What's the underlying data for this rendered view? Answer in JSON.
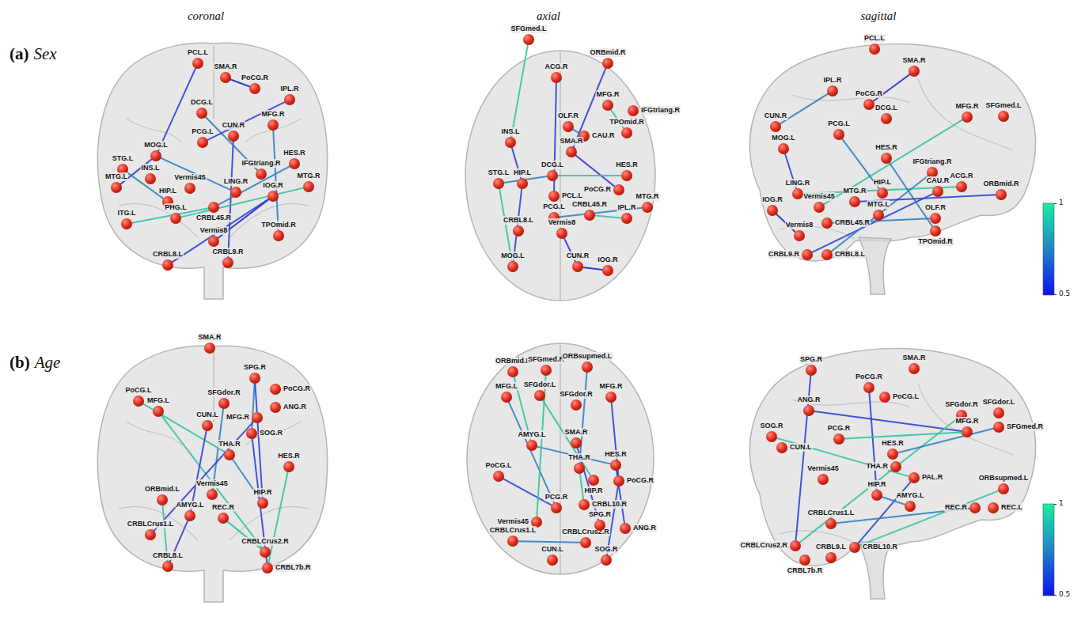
{
  "diagram": {
    "nodes": [
      {
        "text": [
          "PCL.L"
        ]
      },
      {
        "text": [
          "SMA.R"
        ]
      },
      {
        "text": [
          "PoCG.R"
        ]
      },
      {
        "text": [
          "IPL.R"
        ]
      },
      {
        "text": [
          "DCG.L"
        ]
      },
      {
        "text": [
          "CUN.R"
        ]
      },
      {
        "text": [
          "MFG.R"
        ]
      },
      {
        "text": [
          "PCG.L"
        ]
      },
      {
        "text": [
          "MOG.L"
        ]
      },
      {
        "text": [
          "STG.L"
        ]
      },
      {
        "text": [
          "HES.R"
        ]
      },
      {
        "text": [
          "INS.L"
        ]
      },
      {
        "text": [
          "IFGtriang.R"
        ]
      },
      {
        "text": [
          "MTG.L"
        ]
      },
      {
        "text": [
          "MTG.R"
        ]
      },
      {
        "text": [
          "LING.R"
        ]
      },
      {
        "text": [
          "HIP.L"
        ]
      },
      {
        "text": [
          "IOG.R"
        ]
      },
      {
        "text": [
          "Vermis45"
        ]
      },
      {
        "text": [
          "CRBL45.R"
        ]
      },
      {
        "text": [
          "PHG.L"
        ]
      },
      {
        "text": [
          "ITG.L"
        ]
      },
      {
        "text": [
          "TPOmid.R"
        ]
      },
      {
        "text": [
          "Vermis8"
        ]
      },
      {
        "text": [
          "CRBL8.L"
        ]
      },
      {
        "text": [
          "CRBL9.R"
        ]
      },
      {
        "text": [
          "SFGmed.L"
        ]
      },
      {
        "text": [
          "ORBmid.R"
        ]
      },
      {
        "text": [
          "ACG.R"
        ]
      },
      {
        "text": [
          "MFG.R"
        ]
      },
      {
        "text": [
          "IFGtriang.R"
        ]
      },
      {
        "text": [
          "OLF.R"
        ]
      },
      {
        "text": [
          "CAU.R"
        ]
      },
      {
        "text": [
          "TPOmid.R"
        ]
      },
      {
        "text": [
          "INS.L"
        ]
      },
      {
        "text": [
          "SMA.R"
        ]
      },
      {
        "text": [
          "DCG.L"
        ]
      },
      {
        "text": [
          "HES.R"
        ]
      },
      {
        "text": [
          "PoCG.R"
        ]
      },
      {
        "text": [
          "HIP.L"
        ]
      },
      {
        "text": [
          "STG.L"
        ]
      },
      {
        "text": [
          "PCL.L"
        ]
      },
      {
        "text": [
          "MTG.R"
        ]
      },
      {
        "text": [
          "PCG.L"
        ]
      },
      {
        "text": [
          "CRBL45.R"
        ]
      },
      {
        "text": [
          "IPL.R"
        ]
      },
      {
        "text": [
          "CRBL8.L"
        ]
      },
      {
        "text": [
          "Vermis8"
        ]
      },
      {
        "text": [
          "MOG.L"
        ]
      },
      {
        "text": [
          "CUN.R"
        ]
      },
      {
        "text": [
          "IOG.R"
        ]
      },
      {
        "text": [
          "PCL.L"
        ]
      },
      {
        "text": [
          "SMA.R"
        ]
      },
      {
        "text": [
          "IPL.R"
        ]
      },
      {
        "text": [
          "PoCG.R"
        ]
      },
      {
        "text": [
          "DCG.L"
        ]
      },
      {
        "text": [
          "MFG.R"
        ]
      },
      {
        "text": [
          "SFGmed.L"
        ]
      },
      {
        "text": [
          "CUN.R"
        ]
      },
      {
        "text": [
          "PCG.L"
        ]
      },
      {
        "text": [
          "MOG.L"
        ]
      },
      {
        "text": [
          "HES.R"
        ]
      },
      {
        "text": [
          "IFGtriang.R"
        ]
      },
      {
        "text": [
          "ACG.R"
        ]
      },
      {
        "text": [
          "CAU.R"
        ]
      },
      {
        "text": [
          "LING.R"
        ]
      },
      {
        "text": [
          "MTG.R"
        ]
      },
      {
        "text": [
          "HIP.L"
        ]
      },
      {
        "text": [
          "IOG.R"
        ]
      },
      {
        "text": [
          "Vermis45"
        ]
      },
      {
        "text": [
          "MTG.L"
        ]
      },
      {
        "text": [
          "CRBL45.R"
        ]
      },
      {
        "text": [
          "OLF.R"
        ]
      },
      {
        "text": [
          "ORBmid.R"
        ]
      },
      {
        "text": [
          "TPOmid.R"
        ]
      },
      {
        "text": [
          "Vermis8"
        ]
      },
      {
        "text": [
          "CRBL9.R"
        ]
      },
      {
        "text": [
          "CRBL8.L"
        ]
      },
      {
        "text": [
          "SMA.R"
        ]
      },
      {
        "text": [
          "SPG.R"
        ]
      },
      {
        "text": [
          "PoCG.L"
        ]
      },
      {
        "text": [
          "PoCG.R"
        ]
      },
      {
        "text": [
          "MFG.L"
        ]
      },
      {
        "text": [
          "SFGdor.R"
        ]
      },
      {
        "text": [
          "ANG.R"
        ]
      },
      {
        "text": [
          "CUN.L"
        ]
      },
      {
        "text": [
          "MFG.R"
        ]
      },
      {
        "text": [
          "SOG.R"
        ]
      },
      {
        "text": [
          "HES.R"
        ]
      },
      {
        "text": [
          "THA.R"
        ]
      },
      {
        "text": [
          "Vermis45"
        ]
      },
      {
        "text": [
          "ORBmid.L"
        ]
      },
      {
        "text": [
          "HIP.R"
        ]
      },
      {
        "text": [
          "AMYG.L"
        ]
      },
      {
        "text": [
          "REC.R"
        ]
      },
      {
        "text": [
          "CRBLCrus1.L"
        ]
      },
      {
        "text": [
          "CRBLCrus2.R"
        ]
      },
      {
        "text": [
          "CRBL8.L"
        ]
      },
      {
        "text": [
          "CRBL7b.R"
        ]
      },
      {
        "text": [
          "ORBmid.L"
        ]
      },
      {
        "text": [
          "SFGmed.R"
        ]
      },
      {
        "text": [
          "ORBsupmed.L"
        ]
      },
      {
        "text": [
          "MFG.L"
        ]
      },
      {
        "text": [
          "SFGdor.L"
        ]
      },
      {
        "text": [
          "SFGdor.R"
        ]
      },
      {
        "text": [
          "MFG.R"
        ]
      },
      {
        "text": [
          "AMYG.L"
        ]
      },
      {
        "text": [
          "SMA.R"
        ]
      },
      {
        "text": [
          "HES.R"
        ]
      },
      {
        "text": [
          "THA.R"
        ]
      },
      {
        "text": [
          "PoCG.L"
        ]
      },
      {
        "text": [
          "HIP.R"
        ]
      },
      {
        "text": [
          "PoCG.R"
        ]
      },
      {
        "text": [
          "CRBL10.R"
        ]
      },
      {
        "text": [
          "PCG.R"
        ]
      },
      {
        "text": [
          "Vermis45"
        ]
      },
      {
        "text": [
          "CRBLCrus1.L"
        ]
      },
      {
        "text": [
          "CRBLCrus2.R"
        ]
      },
      {
        "text": [
          "SPG.R"
        ]
      },
      {
        "text": [
          "ANG.R"
        ]
      },
      {
        "text": [
          "CUN.L"
        ]
      },
      {
        "text": [
          "SOG.R"
        ]
      },
      {
        "text": [
          "SPG.R"
        ]
      },
      {
        "text": [
          "SMA.R"
        ]
      },
      {
        "text": [
          "PoCG.R"
        ]
      },
      {
        "text": [
          "PoCG.L"
        ]
      },
      {
        "text": [
          "ANG.R"
        ]
      },
      {
        "text": [
          "SFGdor.R"
        ]
      },
      {
        "text": [
          "SFGdor.L"
        ]
      },
      {
        "text": [
          "MFG.R"
        ]
      },
      {
        "text": [
          "SFGmed.R"
        ]
      },
      {
        "text": [
          "SOG.R"
        ]
      },
      {
        "text": [
          "CUN.L"
        ]
      },
      {
        "text": [
          "PCG.R"
        ]
      },
      {
        "text": [
          "HES.R"
        ]
      },
      {
        "text": [
          "THA.R"
        ]
      },
      {
        "text": [
          "PAL.R"
        ]
      },
      {
        "text": [
          "Vermis45"
        ]
      },
      {
        "text": [
          "HIP.R"
        ]
      },
      {
        "text": [
          "AMYG.L"
        ]
      },
      {
        "text": [
          "REC.R"
        ]
      },
      {
        "text": [
          "REC.L"
        ]
      },
      {
        "text": [
          "ORBsupmed.L"
        ]
      },
      {
        "text": [
          "CRBLCrus1.L"
        ]
      },
      {
        "text": [
          "CRBLCrus2.R"
        ]
      },
      {
        "text": [
          "CRBL10.R"
        ]
      },
      {
        "text": [
          "CRBL9.L"
        ]
      },
      {
        "text": [
          "CRBL7b.R"
        ]
      }
    ],
    "edges": [
      {
        "from": 0,
        "to": 8,
        "arrow": "none"
      },
      {
        "from": 1,
        "to": 2,
        "arrow": "none"
      },
      {
        "from": 8,
        "to": 13,
        "arrow": "none"
      },
      {
        "from": 8,
        "to": 15,
        "arrow": "none"
      },
      {
        "from": 21,
        "to": 19,
        "arrow": "none"
      },
      {
        "from": 23,
        "to": 17,
        "arrow": "none"
      },
      {
        "from": 24,
        "to": 17,
        "arrow": "none"
      },
      {
        "from": 25,
        "to": 5,
        "arrow": "none"
      },
      {
        "from": 10,
        "to": 19,
        "arrow": "none"
      },
      {
        "from": 20,
        "to": 14,
        "arrow": "none"
      },
      {
        "from": 4,
        "to": 12,
        "arrow": "none"
      },
      {
        "from": 9,
        "to": 16,
        "arrow": "none"
      },
      {
        "from": 6,
        "to": 22,
        "arrow": "none"
      },
      {
        "from": 3,
        "to": 7,
        "arrow": "none"
      },
      {
        "from": 26,
        "to": 34,
        "arrow": "none"
      },
      {
        "from": 27,
        "to": 35,
        "arrow": "none"
      },
      {
        "from": 28,
        "to": 41,
        "arrow": "none"
      },
      {
        "from": 29,
        "to": 33,
        "arrow": "none"
      },
      {
        "from": 34,
        "to": 39,
        "arrow": "none"
      },
      {
        "from": 40,
        "to": 36,
        "arrow": "none"
      },
      {
        "from": 35,
        "to": 38,
        "arrow": "none"
      },
      {
        "from": 36,
        "to": 37,
        "arrow": "none"
      },
      {
        "from": 48,
        "to": 39,
        "arrow": "none"
      },
      {
        "from": 49,
        "to": 50,
        "arrow": "none"
      },
      {
        "from": 45,
        "to": 44,
        "arrow": "none"
      },
      {
        "from": 43,
        "to": 42,
        "arrow": "none"
      },
      {
        "from": 47,
        "to": 49,
        "arrow": "none"
      },
      {
        "from": 31,
        "to": 32,
        "arrow": "none"
      },
      {
        "from": 40,
        "to": 48,
        "arrow": "none"
      },
      {
        "from": 52,
        "to": 54,
        "arrow": "none"
      },
      {
        "from": 53,
        "to": 58,
        "arrow": "none"
      },
      {
        "from": 60,
        "to": 65,
        "arrow": "none"
      },
      {
        "from": 68,
        "to": 75,
        "arrow": "none"
      },
      {
        "from": 65,
        "to": 63,
        "arrow": "none"
      },
      {
        "from": 69,
        "to": 56,
        "arrow": "none"
      },
      {
        "from": 76,
        "to": 64,
        "arrow": "none"
      },
      {
        "from": 77,
        "to": 62,
        "arrow": "none"
      },
      {
        "from": 61,
        "to": 74,
        "arrow": "none"
      },
      {
        "from": 66,
        "to": 73,
        "arrow": "none"
      },
      {
        "from": 59,
        "to": 67,
        "arrow": "none"
      },
      {
        "from": 71,
        "to": 72,
        "arrow": "none"
      },
      {
        "from": 80,
        "to": 89,
        "arrow": "none"
      },
      {
        "from": 79,
        "to": 87,
        "arrow": "none"
      },
      {
        "from": 79,
        "to": 92,
        "arrow": "none"
      },
      {
        "from": 82,
        "to": 96,
        "arrow": "none"
      },
      {
        "from": 83,
        "to": 90,
        "arrow": "none"
      },
      {
        "from": 85,
        "to": 93,
        "arrow": "none"
      },
      {
        "from": 86,
        "to": 95,
        "arrow": "none"
      },
      {
        "from": 88,
        "to": 98,
        "arrow": "none"
      },
      {
        "from": 91,
        "to": 97,
        "arrow": "none"
      },
      {
        "from": 93,
        "to": 97,
        "arrow": "none"
      },
      {
        "from": 94,
        "to": 96,
        "arrow": "none"
      },
      {
        "from": 89,
        "to": 92,
        "arrow": "none"
      },
      {
        "from": 87,
        "to": 98,
        "arrow": "none"
      },
      {
        "from": 102,
        "to": 114,
        "arrow": "none"
      },
      {
        "from": 103,
        "to": 111,
        "arrow": "none"
      },
      {
        "from": 99,
        "to": 106,
        "arrow": "none"
      },
      {
        "from": 105,
        "to": 112,
        "arrow": "none"
      },
      {
        "from": 106,
        "to": 108,
        "arrow": "none"
      },
      {
        "from": 107,
        "to": 118,
        "arrow": "none"
      },
      {
        "from": 110,
        "to": 114,
        "arrow": "none"
      },
      {
        "from": 109,
        "to": 113,
        "arrow": "none"
      },
      {
        "from": 101,
        "to": 109,
        "arrow": "none"
      },
      {
        "from": 100,
        "to": 115,
        "arrow": "none"
      },
      {
        "from": 116,
        "to": 117,
        "arrow": "none"
      },
      {
        "from": 112,
        "to": 121,
        "arrow": "none"
      },
      {
        "from": 108,
        "to": 119,
        "arrow": "none"
      },
      {
        "from": 122,
        "to": 144,
        "arrow": "none"
      },
      {
        "from": 124,
        "to": 138,
        "arrow": "none"
      },
      {
        "from": 126,
        "to": 129,
        "arrow": "none"
      },
      {
        "from": 131,
        "to": 136,
        "arrow": "none"
      },
      {
        "from": 133,
        "to": 129,
        "arrow": "none"
      },
      {
        "from": 127,
        "to": 135,
        "arrow": "none"
      },
      {
        "from": 130,
        "to": 134,
        "arrow": "none"
      },
      {
        "from": 136,
        "to": 145,
        "arrow": "none"
      },
      {
        "from": 138,
        "to": 139,
        "arrow": "none"
      },
      {
        "from": 140,
        "to": 143,
        "arrow": "none"
      },
      {
        "from": 144,
        "to": 135,
        "arrow": "none"
      },
      {
        "from": 142,
        "to": 145,
        "arrow": "none"
      }
    ],
    "labels": [
      "coronal",
      "axial",
      "sagittal",
      "(a)",
      "Sex",
      "(b)",
      "Age",
      "1",
      "0.5",
      "1",
      "0.5"
    ]
  }
}
